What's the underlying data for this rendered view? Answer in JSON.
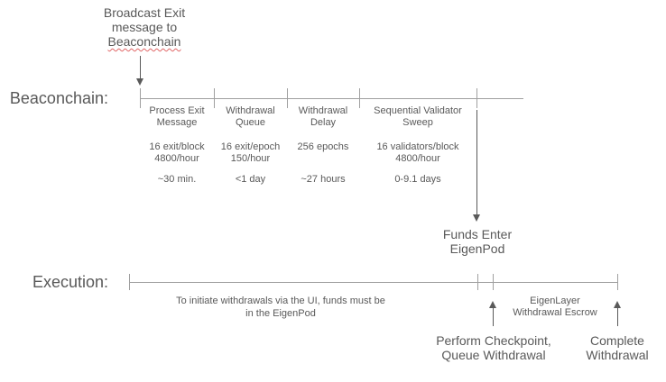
{
  "colors": {
    "text": "#595959",
    "line": "#a0a0a0",
    "arrow": "#5a5a5a",
    "spellcheck": "#e06666",
    "bg": "#ffffff"
  },
  "broadcast_note": {
    "line1": "Broadcast Exit",
    "line2": "message to",
    "line3": "Beaconchain"
  },
  "beaconchain": {
    "label": "Beaconchain:",
    "segments": [
      {
        "title": "Process Exit Message",
        "rate1": "16 exit/block",
        "rate2": "4800/hour",
        "duration": "~30 min."
      },
      {
        "title": "Withdrawal Queue",
        "rate1": "16 exit/epoch",
        "rate2": "150/hour",
        "duration": "<1 day"
      },
      {
        "title": "Withdrawal Delay",
        "rate1": "256 epochs",
        "duration": "~27 hours"
      },
      {
        "title": "Sequential Validator Sweep",
        "rate1": "16 validators/block",
        "rate2": "4800/hour",
        "duration": "0-9.1 days"
      }
    ]
  },
  "funds_enter": {
    "line1": "Funds Enter",
    "line2": "EigenPod"
  },
  "execution": {
    "label": "Execution:",
    "note_line1": "To initiate withdrawals via the UI, funds must be",
    "note_line2": "in the EigenPod",
    "escrow_line1": "EigenLayer",
    "escrow_line2": "Withdrawal Escrow",
    "checkpoint_line1": "Perform Checkpoint,",
    "checkpoint_line2": "Queue Withdrawal",
    "complete_line1": "Complete",
    "complete_line2": "Withdrawal"
  }
}
